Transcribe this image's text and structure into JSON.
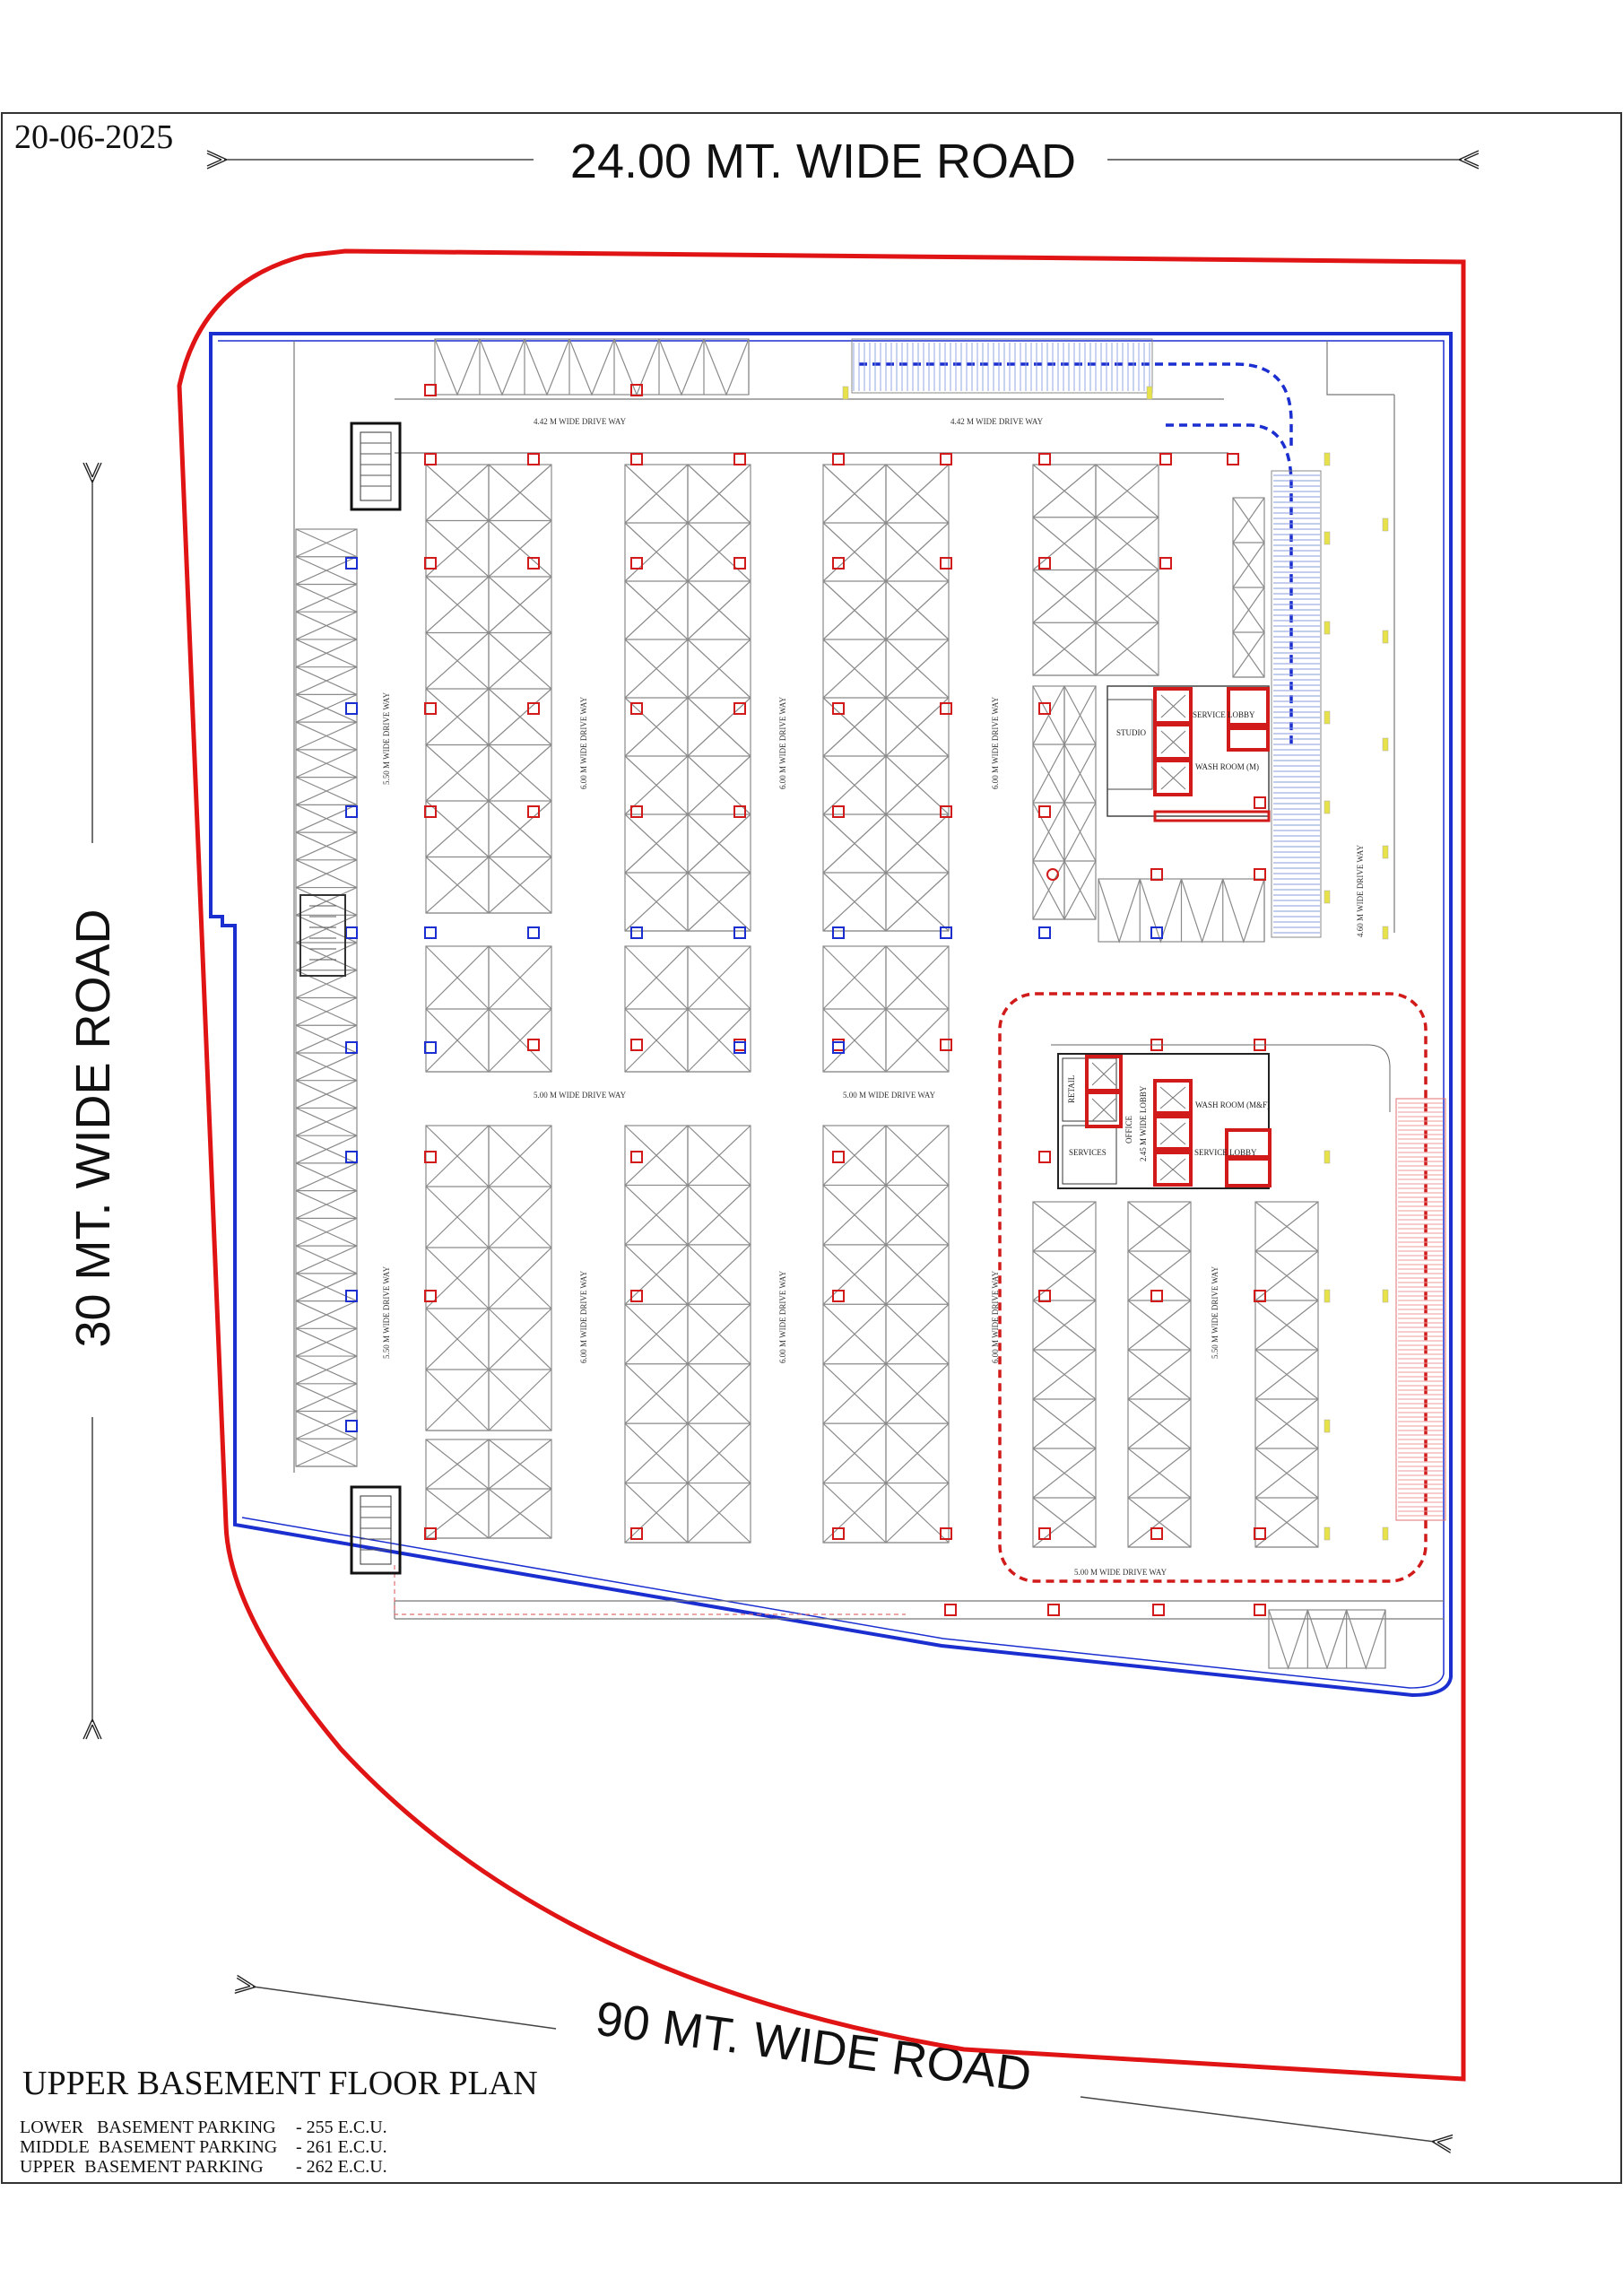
{
  "date": "20-06-2025",
  "roads": {
    "north": "24.00 MT. WIDE ROAD",
    "west": "30 MT. WIDE ROAD",
    "south": "90 MT. WIDE ROAD"
  },
  "driveways": {
    "top_left": "4.42 M WIDE DRIVE WAY",
    "top_right": "4.42 M WIDE DRIVE WAY",
    "v_5_50_upper": "5.50 M WIDE DRIVE WAY",
    "v_6_00_a_upper": "6.00 M WIDE DRIVE WAY",
    "v_6_00_b_upper": "6.00 M WIDE DRIVE WAY",
    "v_6_00_c_upper": "6.00 M WIDE DRIVE WAY",
    "middle_left": "5.00 M WIDE DRIVE WAY",
    "middle_right": "5.00 M WIDE DRIVE WAY",
    "v_5_50_lower": "5.50 M WIDE DRIVE WAY",
    "v_6_00_a_lower": "6.00 M WIDE DRIVE WAY",
    "v_6_00_b_lower": "6.00 M WIDE DRIVE WAY",
    "v_6_00_c_lower": "6.00 M WIDE DRIVE WAY",
    "v_5_50_right": "5.50 M WIDE DRIVE WAY",
    "ramp_right": "4.60 M WIDE DRIVE WAY",
    "bottom": "5.00 M WIDE DRIVE WAY"
  },
  "rooms": {
    "studio": "STUDIO",
    "service_lobby_upper": "SERVICE LOBBY",
    "wash_room_m": "WASH ROOM (M)",
    "retail": "RETAIL",
    "services": "SERVICES",
    "office": "OFFICE",
    "wide_lobby": "2.45 M WIDE LOBBY",
    "wash_room_mf": "WASH ROOM (M&F)",
    "service_lobby_lower": "SERVICE LOBBY"
  },
  "title": "UPPER BASEMENT FLOOR PLAN",
  "parking_summary": [
    {
      "label": "LOWER   BASEMENT PARKING",
      "value": "- 255 E.C.U."
    },
    {
      "label": "MIDDLE  BASEMENT PARKING",
      "value": "- 261 E.C.U."
    },
    {
      "label": "UPPER  BASEMENT PARKING",
      "value": "- 262 E.C.U."
    }
  ],
  "colors": {
    "plot_boundary": "#e01414",
    "basement_boundary": "#1b2fd0",
    "column_red": "#d11a1a",
    "column_blue": "#1b2fd0",
    "marker_yellow": "#e8e24a",
    "stall_line": "#8a8a8a"
  }
}
